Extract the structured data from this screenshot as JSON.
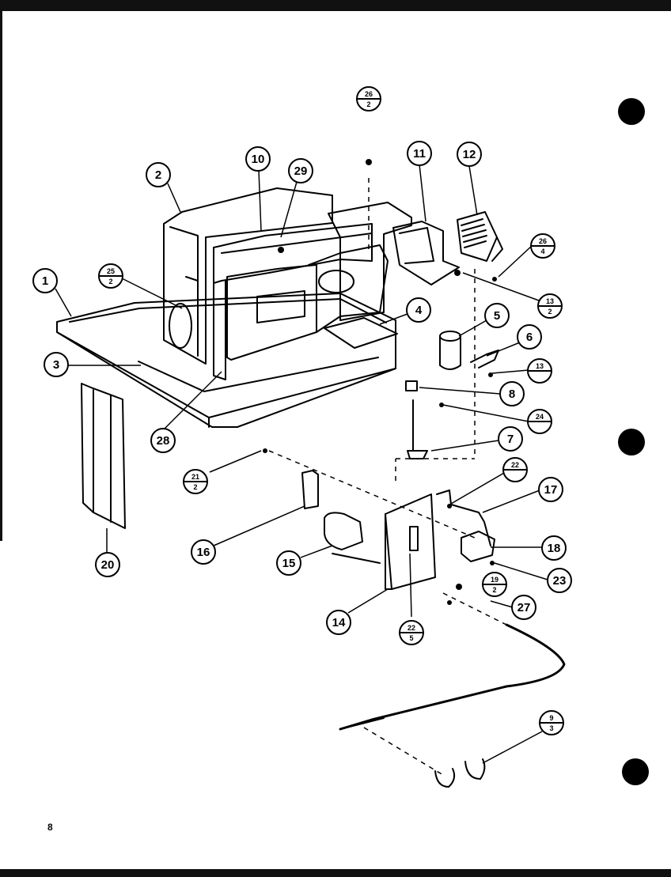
{
  "page_number": "8",
  "callouts": [
    {
      "id": "1",
      "label": "1"
    },
    {
      "id": "2",
      "label": "2"
    },
    {
      "id": "3",
      "label": "3"
    },
    {
      "id": "4",
      "label": "4"
    },
    {
      "id": "5",
      "label": "5"
    },
    {
      "id": "6",
      "label": "6"
    },
    {
      "id": "7",
      "label": "7"
    },
    {
      "id": "8",
      "label": "8"
    },
    {
      "id": "10",
      "label": "10"
    },
    {
      "id": "11",
      "label": "11"
    },
    {
      "id": "12",
      "label": "12"
    },
    {
      "id": "14",
      "label": "14"
    },
    {
      "id": "15",
      "label": "15"
    },
    {
      "id": "16",
      "label": "16"
    },
    {
      "id": "17",
      "label": "17"
    },
    {
      "id": "18",
      "label": "18"
    },
    {
      "id": "20",
      "label": "20"
    },
    {
      "id": "23",
      "label": "23"
    },
    {
      "id": "27",
      "label": "27"
    },
    {
      "id": "28",
      "label": "28"
    },
    {
      "id": "29",
      "label": "29"
    }
  ],
  "fraction_callouts": [
    {
      "id": "f26a",
      "top": "26",
      "bottom": "2"
    },
    {
      "id": "f26b",
      "top": "26",
      "bottom": "4"
    },
    {
      "id": "f25",
      "top": "25",
      "bottom": "2"
    },
    {
      "id": "f13a",
      "top": "13",
      "bottom": "2"
    },
    {
      "id": "f13b",
      "top": "13",
      "bottom": ""
    },
    {
      "id": "f24",
      "top": "24",
      "bottom": ""
    },
    {
      "id": "f22a",
      "top": "22",
      "bottom": ""
    },
    {
      "id": "f21",
      "top": "21",
      "bottom": "2"
    },
    {
      "id": "f19",
      "top": "19",
      "bottom": "2"
    },
    {
      "id": "f22b",
      "top": "22",
      "bottom": "5"
    },
    {
      "id": "f9",
      "top": "9",
      "bottom": "3"
    }
  ]
}
